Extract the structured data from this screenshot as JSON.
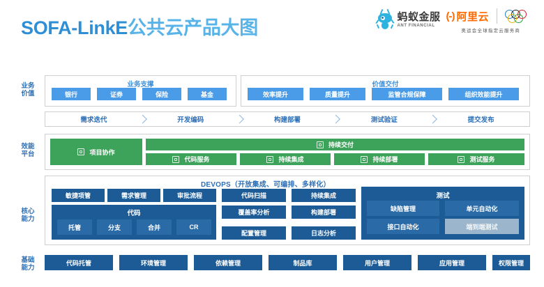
{
  "header": {
    "title_en": "SOFA-LinkE",
    "title_cn": "公共云产品大图",
    "logos": {
      "ant": {
        "cn": "蚂蚁金服",
        "en": "ANT FINANCIAL",
        "icon": "ant-mascot-icon"
      },
      "aliyun": {
        "mark": "(-)",
        "cn": "阿里云",
        "sub": "奥运会全球指定云服务商"
      },
      "olympic": {
        "icon": "olympic-rings-icon"
      }
    }
  },
  "rows": {
    "business_value": {
      "label": "业务\n价值",
      "label_l1": "业务",
      "label_l2": "价值",
      "groups": [
        {
          "title": "业务支撑",
          "items": [
            "银行",
            "证券",
            "保险",
            "基金"
          ]
        },
        {
          "title": "价值交付",
          "items": [
            "效率提升",
            "质量提升",
            "监管合规保障",
            "组织效能提升"
          ]
        }
      ]
    },
    "process": {
      "stages": [
        "需求迭代",
        "开发编码",
        "构建部署",
        "测试验证",
        "提交发布"
      ]
    },
    "platform": {
      "label_l1": "效能",
      "label_l2": "平台",
      "project": {
        "label": "项目协作",
        "icon": "board-icon"
      },
      "delivery": {
        "title": "持续交付",
        "title_icon": "delivery-icon",
        "items": [
          {
            "label": "代码服务",
            "icon": "terminal-icon"
          },
          {
            "label": "持续集成",
            "icon": "integration-icon"
          },
          {
            "label": "持续部署",
            "icon": "deploy-icon"
          },
          {
            "label": "测试服务",
            "icon": "clock-icon"
          }
        ]
      }
    },
    "core": {
      "label_l1": "核心",
      "label_l2": "能力",
      "devops_label": "DEVOPS（开放集成、可编排、多样化）",
      "col1": {
        "top": [
          "敏捷项管",
          "需求管理",
          "审批流程"
        ],
        "code_group": {
          "title": "代码",
          "items": [
            "托管",
            "分支",
            "合并",
            "CR"
          ]
        }
      },
      "col2": [
        "代码扫描",
        "覆盖率分析",
        "配置管理"
      ],
      "col3": [
        "持续集成",
        "构建部署",
        "日志分析"
      ],
      "test_group": {
        "title": "测试",
        "items": [
          {
            "label": "缺陷管理",
            "state": "normal"
          },
          {
            "label": "单元自动化",
            "state": "normal"
          },
          {
            "label": "接口自动化",
            "state": "normal"
          },
          {
            "label": "端到端测试",
            "state": "muted"
          }
        ]
      }
    },
    "foundation": {
      "label_l1": "基础",
      "label_l2": "能力",
      "items": [
        "代码托管",
        "环境管理",
        "依赖管理",
        "制品库",
        "用户管理",
        "应用管理",
        "权限管理"
      ]
    }
  },
  "colors": {
    "title_blue": "#3ea2e0",
    "chip_blue": "#4a9ce8",
    "chip_navy": "#1c5b96",
    "chip_navy_lite": "#2a6aa6",
    "chip_grey": "#9bb6cc",
    "green": "#3da25a",
    "label_blue": "#2f6fb5",
    "orange": "#ff6a00"
  }
}
